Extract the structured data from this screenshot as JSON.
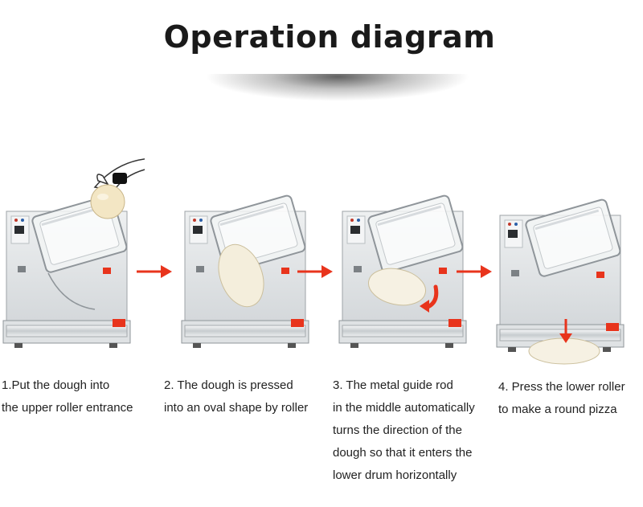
{
  "title": "Operation diagram",
  "colors": {
    "arrow": "#e8341c",
    "machine_body": "#e2e4e6",
    "machine_edge": "#9ea3a7",
    "dough": "#f3ecd9",
    "accent_red": "#e8341c"
  },
  "steps": [
    {
      "number": 1,
      "lines": [
        "1.Put the dough into",
        "the upper roller entrance"
      ],
      "icon": "machine-with-dough-ball-icon"
    },
    {
      "number": 2,
      "lines": [
        "2. The dough is pressed",
        "into an oval shape by roller"
      ],
      "icon": "machine-with-oval-dough-icon"
    },
    {
      "number": 3,
      "lines": [
        "3. The metal guide rod",
        "in the middle automatically",
        "turns the direction of the",
        "dough so that it enters the",
        "lower drum horizontally"
      ],
      "icon": "machine-with-turning-dough-icon"
    },
    {
      "number": 4,
      "lines": [
        "4. Press the lower roller",
        "to make a round pizza"
      ],
      "icon": "machine-with-round-pizza-icon"
    }
  ]
}
